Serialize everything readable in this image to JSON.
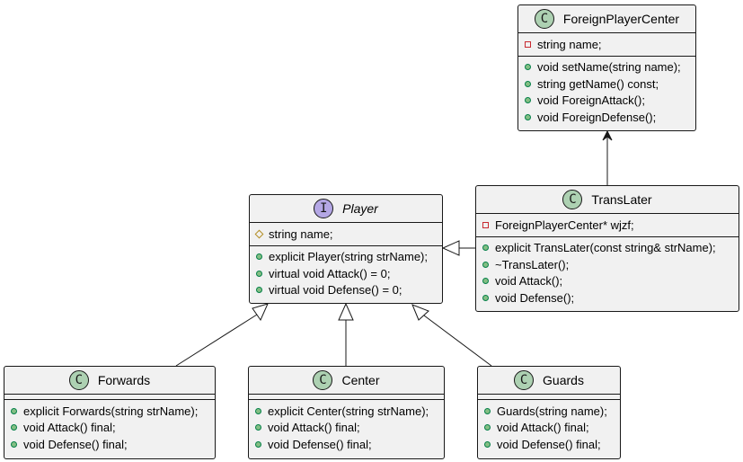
{
  "classes": {
    "foreign": {
      "stereotype": "C",
      "name": "ForeignPlayerCenter",
      "fields": [
        {
          "vis": "private",
          "text": "string name;"
        }
      ],
      "methods": [
        {
          "vis": "public",
          "text": "void setName(string name);"
        },
        {
          "vis": "public",
          "text": "string getName() const;"
        },
        {
          "vis": "public",
          "text": "void ForeignAttack();"
        },
        {
          "vis": "public",
          "text": "void ForeignDefense();"
        }
      ]
    },
    "player": {
      "stereotype": "I",
      "name": "Player",
      "fields": [
        {
          "vis": "protected",
          "text": "string name;"
        }
      ],
      "methods": [
        {
          "vis": "public",
          "text": "explicit Player(string strName);"
        },
        {
          "vis": "public",
          "text": "virtual void Attack() = 0;"
        },
        {
          "vis": "public",
          "text": "virtual void Defense() = 0;"
        }
      ]
    },
    "translater": {
      "stereotype": "C",
      "name": "TransLater",
      "fields": [
        {
          "vis": "private",
          "text": "ForeignPlayerCenter* wjzf;"
        }
      ],
      "methods": [
        {
          "vis": "public",
          "text": "explicit TransLater(const string& strName);"
        },
        {
          "vis": "public",
          "text": "~TransLater();"
        },
        {
          "vis": "public",
          "text": "void Attack();"
        },
        {
          "vis": "public",
          "text": "void Defense();"
        }
      ]
    },
    "forwards": {
      "stereotype": "C",
      "name": "Forwards",
      "fields": [],
      "methods": [
        {
          "vis": "public",
          "text": "explicit Forwards(string strName);"
        },
        {
          "vis": "public",
          "text": "void Attack() final;"
        },
        {
          "vis": "public",
          "text": "void Defense() final;"
        }
      ]
    },
    "center": {
      "stereotype": "C",
      "name": "Center",
      "fields": [],
      "methods": [
        {
          "vis": "public",
          "text": "explicit Center(string strName);"
        },
        {
          "vis": "public",
          "text": "void Attack() final;"
        },
        {
          "vis": "public",
          "text": "void Defense() final;"
        }
      ]
    },
    "guards": {
      "stereotype": "C",
      "name": "Guards",
      "fields": [],
      "methods": [
        {
          "vis": "public",
          "text": "Guards(string name);"
        },
        {
          "vis": "public",
          "text": "void Attack() final;"
        },
        {
          "vis": "public",
          "text": "void Defense() final;"
        }
      ]
    }
  },
  "relations": [
    {
      "from": "translater",
      "to": "foreign",
      "kind": "association"
    },
    {
      "from": "translater",
      "to": "player",
      "kind": "realization"
    },
    {
      "from": "forwards",
      "to": "player",
      "kind": "realization"
    },
    {
      "from": "center",
      "to": "player",
      "kind": "realization"
    },
    {
      "from": "guards",
      "to": "player",
      "kind": "realization"
    }
  ],
  "colors": {
    "class_fill": "#f1f1f1",
    "border": "#181818",
    "class_badge": "#add1b2",
    "interface_badge": "#b4a7e5",
    "public": "#84be84",
    "private": "#c82930",
    "protected": "#b38d22"
  }
}
